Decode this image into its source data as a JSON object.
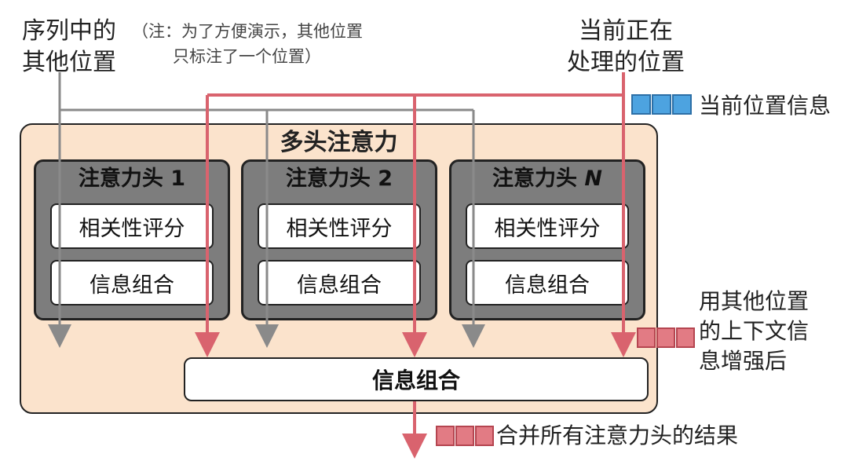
{
  "labels": {
    "other_positions": [
      "序列中的",
      "其他位置"
    ],
    "note": [
      "（注：为了方便演示，其他位置",
      "只标注了一个位置）"
    ],
    "current_position": [
      "当前正在",
      "处理的位置"
    ]
  },
  "legend": {
    "current_info": "当前位置信息",
    "enhanced": [
      "用其他位置",
      "的上下文信",
      "息增强后"
    ],
    "final": "合并所有注意力头的结果"
  },
  "mha": {
    "title": "多头注意力"
  },
  "heads": [
    {
      "title_text": "注意力头 1",
      "score": "相关性评分",
      "combine": "信息组合"
    },
    {
      "title_text": "注意力头 2",
      "score": "相关性评分",
      "combine": "信息组合"
    },
    {
      "title_prefix": "注意力头 ",
      "title_var": "N",
      "score": "相关性评分",
      "combine": "信息组合"
    }
  ],
  "final_combine": "信息组合",
  "colors": {
    "red_line": "#d9636e",
    "gray_line": "#8a8a8a",
    "blue_cell": "#4da3e0",
    "red_cell": "#e27b84",
    "panel": "#fbe3cc",
    "head_bg": "#7d7d7d"
  }
}
